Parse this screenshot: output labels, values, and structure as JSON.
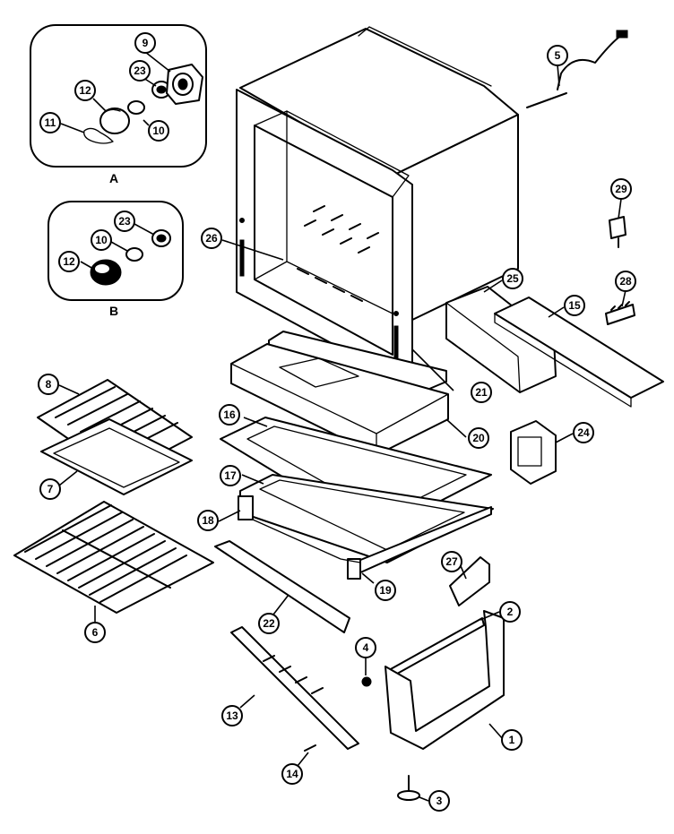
{
  "diagram": {
    "inset_captions": {
      "a": "A",
      "b": "B"
    },
    "callouts": [
      "1",
      "2",
      "3",
      "4",
      "5",
      "6",
      "7",
      "8",
      "9",
      "10",
      "11",
      "12",
      "13",
      "14",
      "15",
      "16",
      "17",
      "18",
      "19",
      "20",
      "21",
      "22",
      "23",
      "24",
      "25",
      "26",
      "27",
      "28",
      "29"
    ],
    "inset_a_callouts": [
      "9",
      "23",
      "12",
      "10",
      "11"
    ],
    "inset_b_callouts": [
      "23",
      "10",
      "12"
    ]
  }
}
